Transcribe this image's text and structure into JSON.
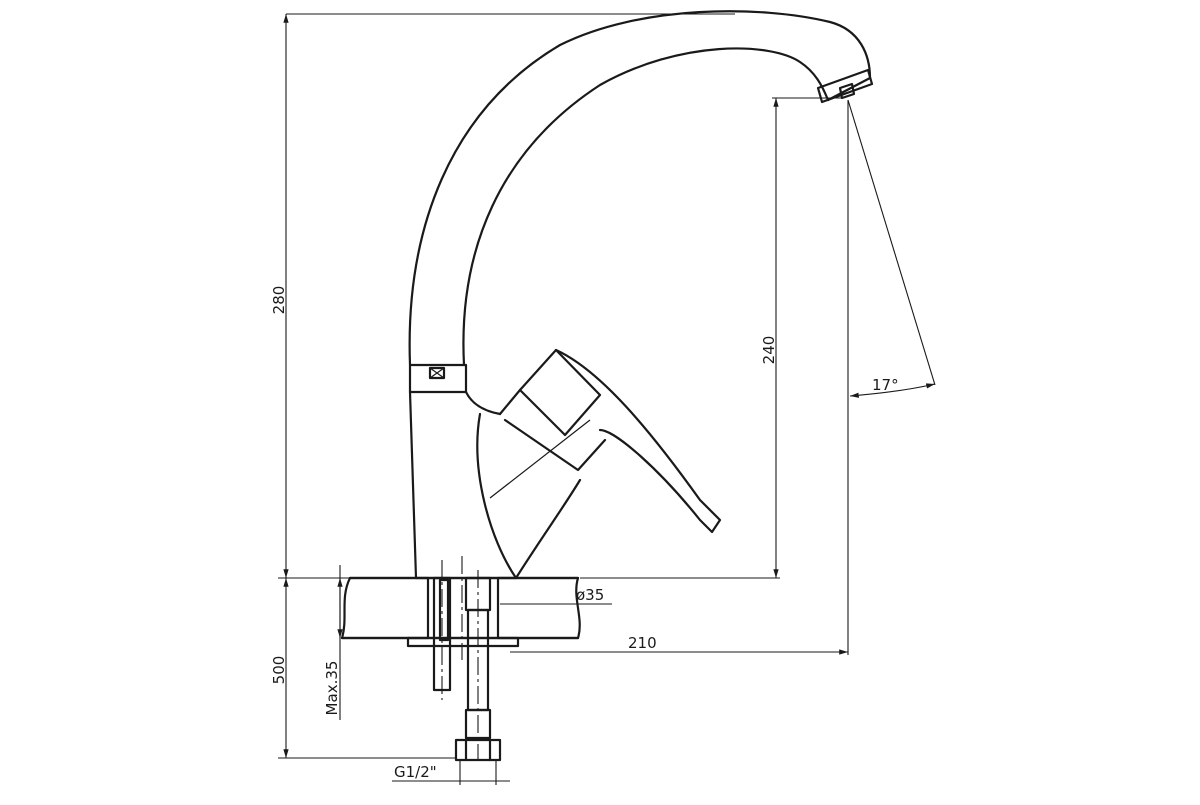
{
  "drawing": {
    "dimensions": {
      "total_height": "280",
      "spout_height": "240",
      "spout_reach": "210",
      "below_counter": "500",
      "max_counter_thickness": "Max.35",
      "hole_diameter": "ø35",
      "connection_thread": "G1/2\"",
      "swivel_angle": "17°"
    }
  }
}
